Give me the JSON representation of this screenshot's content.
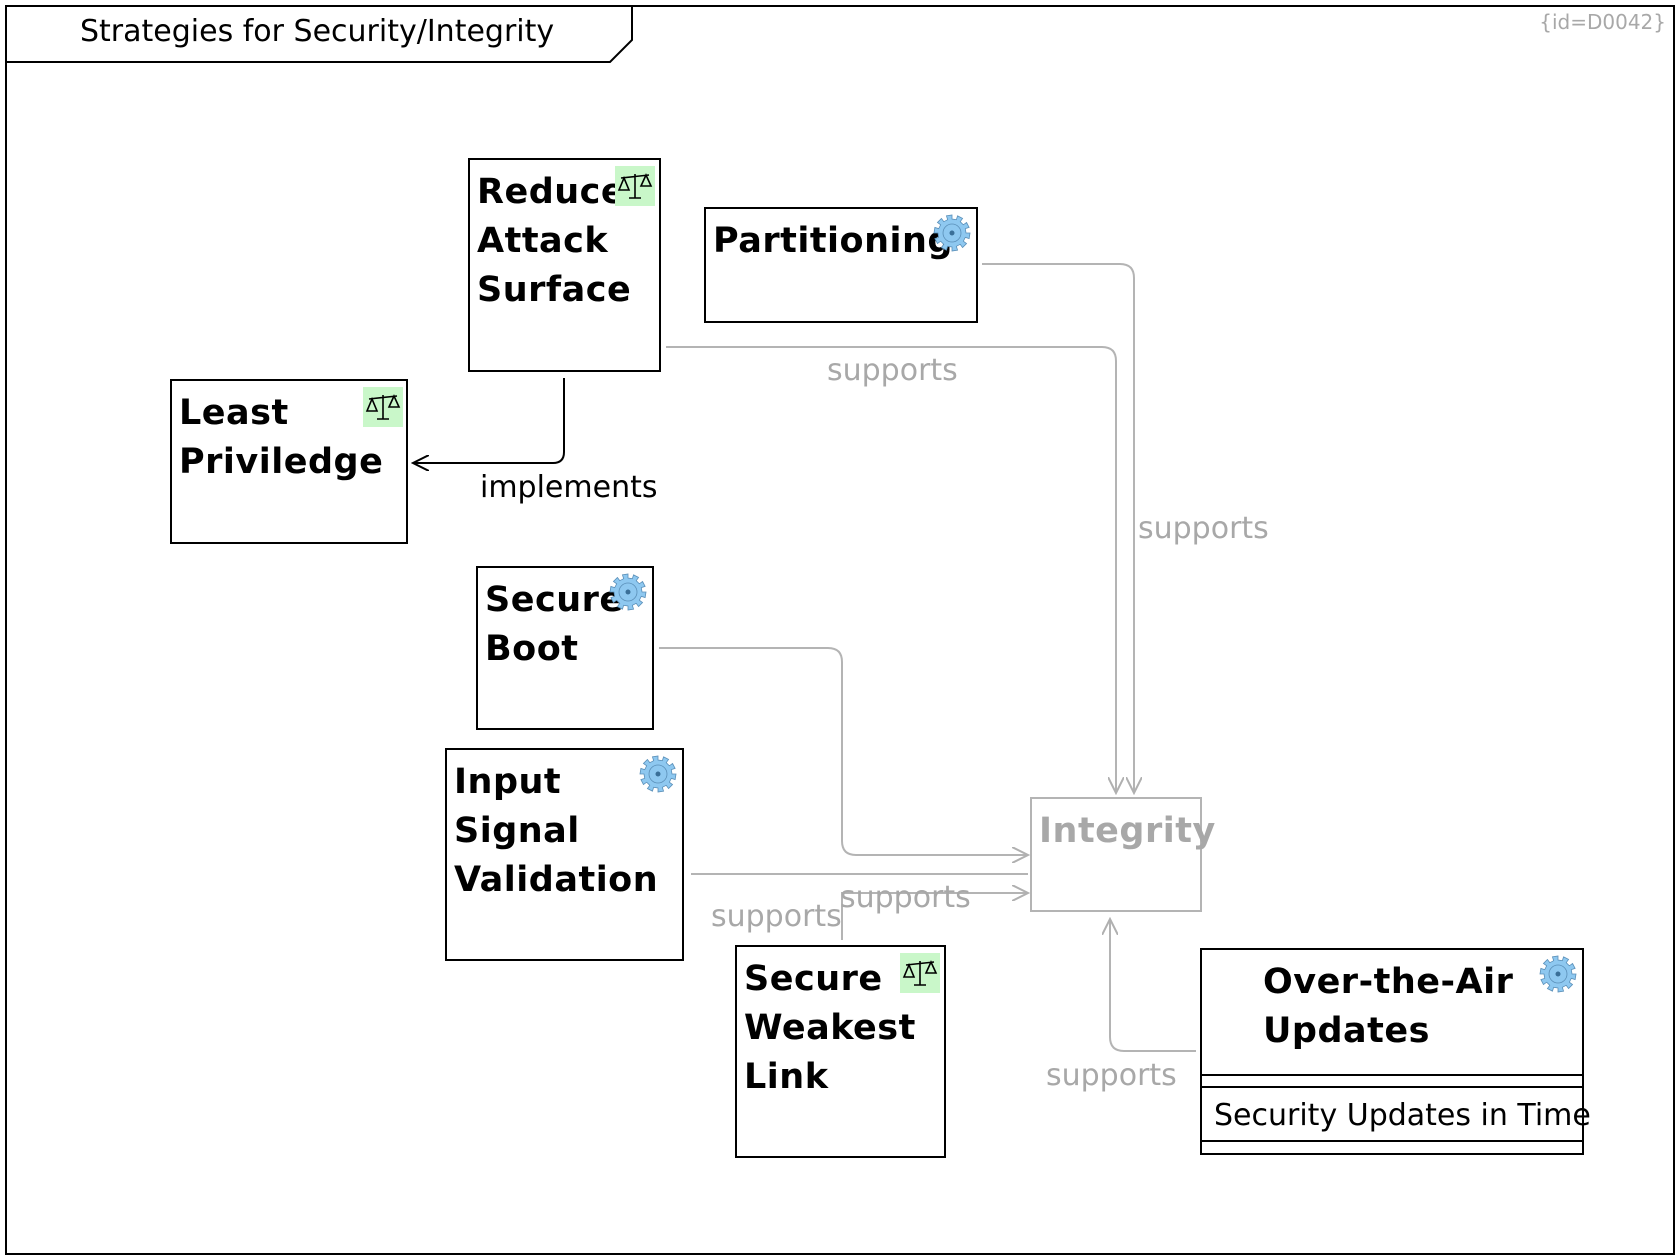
{
  "frame": {
    "title": "Strategies for Security/Integrity",
    "id_label": "{id=D0042}"
  },
  "nodes": {
    "reduce_attack_surface": {
      "label": "Reduce\nAttack\nSurface",
      "kind": "decision"
    },
    "partitioning": {
      "label": "Partitioning",
      "kind": "feature"
    },
    "least_priviledge": {
      "label": "Least\nPriviledge",
      "kind": "decision"
    },
    "secure_boot": {
      "label": "Secure\nBoot",
      "kind": "feature"
    },
    "input_signal_validation": {
      "label": "Input\nSignal\nValidation",
      "kind": "feature"
    },
    "integrity": {
      "label": "Integrity",
      "kind": "goal"
    },
    "secure_weakest_link": {
      "label": "Secure\nWeakest\nLink",
      "kind": "decision"
    },
    "over_the_air_updates": {
      "label": "Over-the-Air\nUpdates",
      "kind": "feature",
      "compartment": "Security Updates in Time"
    }
  },
  "edges": {
    "implements": "implements",
    "supports_reduce": "supports",
    "supports_partitioning": "supports",
    "supports_secure_boot": "supports",
    "supports_input": "supports",
    "supports_ota": "supports"
  },
  "icons": {
    "decision": "balance-scale-icon",
    "feature": "gear-icon"
  },
  "colors": {
    "decision_badge": "#c9f7c9",
    "feature_gear": "#8ec8f0",
    "muted": "#a8a8a8"
  }
}
